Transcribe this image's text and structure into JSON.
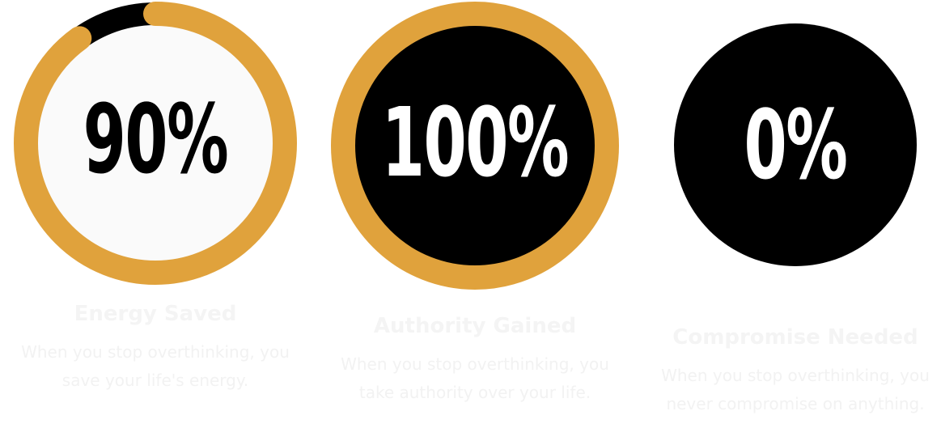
{
  "colors": {
    "accent": "#E0A23C",
    "dark": "#000000",
    "light_fill": "#FAFAFA",
    "faint_text": "#F2F2F2"
  },
  "stats": [
    {
      "value": "90%",
      "progress": 0.9,
      "title": "Energy Saved",
      "description": "When you stop overthinking, you save your life's energy.",
      "style": "light"
    },
    {
      "value": "100%",
      "progress": 1.0,
      "title": "Authority Gained",
      "description": "When you stop overthinking, you take authority over your life.",
      "style": "dark"
    },
    {
      "value": "0%",
      "progress": 0.0,
      "title": "Compromise Needed",
      "description": "When you stop overthinking, you never compromise on anything.",
      "style": "dark"
    }
  ]
}
